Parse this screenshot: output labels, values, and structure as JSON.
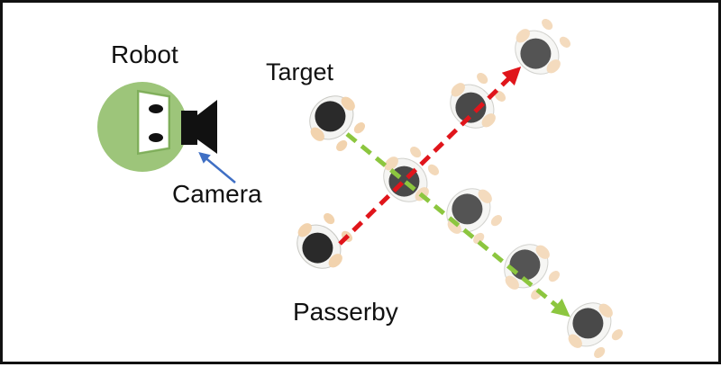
{
  "labels": {
    "robot": "Robot",
    "target": "Target",
    "camera": "Camera",
    "passerby": "Passerby"
  },
  "colors": {
    "robot_body": "#9dc57a",
    "target_path": "#8cc63f",
    "passerby_path": "#e0151b",
    "camera_arrow": "#3f6fc4",
    "target_shirt": "#a9454a",
    "passerby_shirt": "#f4f4f2",
    "head": "#2a2a2a",
    "skin": "#f2d3ae"
  },
  "icons": {
    "robot": "robot-body-icon",
    "camera": "camera-icon",
    "person": "person-top-view-icon"
  }
}
